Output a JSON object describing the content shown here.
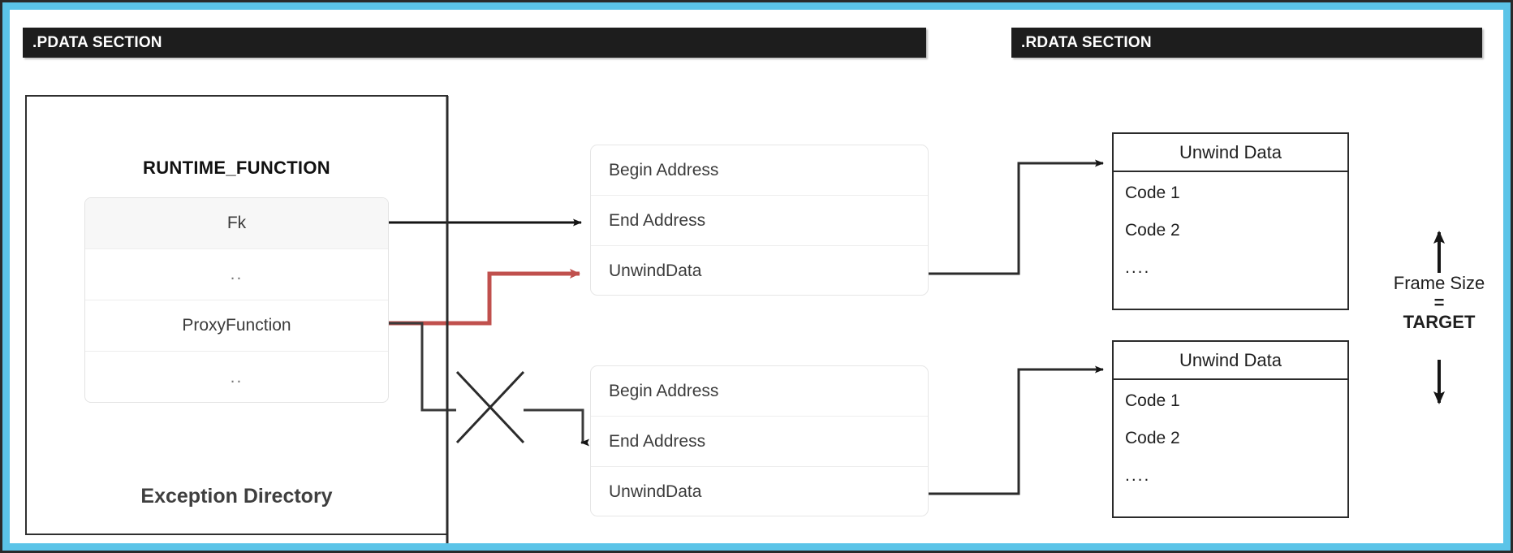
{
  "page": {
    "title": "PE Exception Directory / Unwind Data diagram",
    "accent_border_color": "#5bc4e8",
    "header_bg_color": "#1d1d1d",
    "highlight_arrow_color": "#c0504d",
    "line_color": "#2b2b2b"
  },
  "sections": {
    "left_header": ".PDATA SECTION",
    "right_header": ".RDATA SECTION"
  },
  "exception_directory": {
    "caption": "Exception Directory",
    "table_title": "RUNTIME_FUNCTION",
    "rows": [
      {
        "label": "Fk",
        "shaded": true
      },
      {
        "label": "..",
        "shaded": false
      },
      {
        "label": "ProxyFunction",
        "shaded": false
      },
      {
        "label": "..",
        "shaded": false
      }
    ]
  },
  "records": [
    {
      "name": "runtime-function-record-top",
      "fields": [
        "Begin Address",
        "End Address",
        "UnwindData"
      ]
    },
    {
      "name": "runtime-function-record-bottom",
      "fields": [
        "Begin Address",
        "End Address",
        "UnwindData"
      ]
    }
  ],
  "unwind_blocks": [
    {
      "name": "unwind-data-top",
      "header": "Unwind Data",
      "codes": [
        "Code 1",
        "Code 2",
        "...."
      ]
    },
    {
      "name": "unwind-data-bottom",
      "header": "Unwind Data",
      "codes": [
        "Code 1",
        "Code 2",
        "...."
      ]
    }
  ],
  "annotation": {
    "line1": "Frame Size",
    "line2": "=",
    "line3": "TARGET",
    "up_arrow_icon": "arrow-up-icon",
    "down_arrow_icon": "arrow-down-icon"
  },
  "connectors": [
    {
      "name": "fk-to-end-address",
      "color": "#2b2b2b",
      "style": "straight-arrow"
    },
    {
      "name": "proxyfunction-to-unwinddata",
      "color": "#c0504d",
      "style": "step-arrow"
    },
    {
      "name": "proxyfunction-to-crossed-record",
      "color": "#2b2b2b",
      "style": "crossed-step-arrow"
    },
    {
      "name": "unwinddata-top-to-unwind-block",
      "color": "#2b2b2b",
      "style": "step-arrow"
    },
    {
      "name": "unwinddata-bottom-to-unwind-block",
      "color": "#2b2b2b",
      "style": "step-arrow"
    },
    {
      "name": "crossing-x-marker",
      "color": "#2b2b2b",
      "style": "x-cross"
    }
  ]
}
